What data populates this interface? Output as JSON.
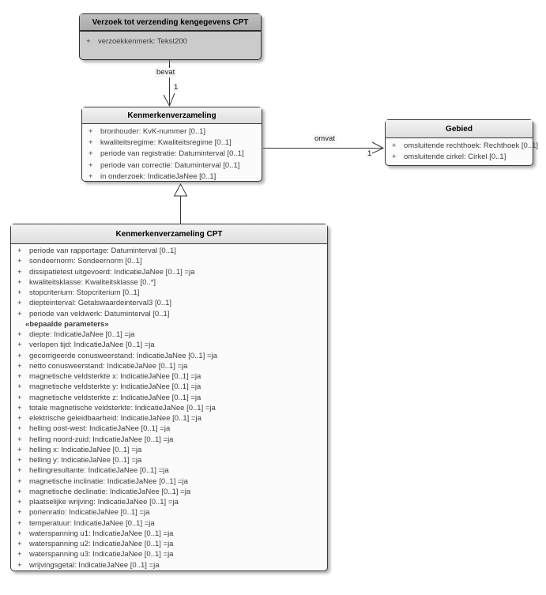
{
  "diagram": {
    "type": "uml-class-diagram",
    "colors": {
      "external_class_header": "#b4b4b4",
      "external_class_body": "#cbcbcb",
      "class_header": "#e9e9e9",
      "class_body": "#fbfbfb",
      "border": "#383838",
      "attribute_text": "#3d3d3d",
      "background": "#ffffff"
    },
    "classes": [
      {
        "id": "verzoek",
        "title": "Verzoek tot verzending kengegevens CPT",
        "attributes": [
          {
            "vis": "+",
            "text": "verzoekkenmerk: Tekst200"
          }
        ]
      },
      {
        "id": "kenmerkenverzameling",
        "title": "Kenmerkenverzameling",
        "attributes": [
          {
            "vis": "+",
            "text": "bronhouder: KvK-nummer [0..1]"
          },
          {
            "vis": "+",
            "text": "kwaliteitsregime: Kwaliteitsregime [0..1]"
          },
          {
            "vis": "+",
            "text": "periode van registratie: Datuminterval [0..1]"
          },
          {
            "vis": "+",
            "text": "periode van correctie: Datuminterval [0..1]"
          },
          {
            "vis": "+",
            "text": "in onderzoek: IndicatieJaNee [0..1]"
          }
        ]
      },
      {
        "id": "gebied",
        "title": "Gebied",
        "attributes": [
          {
            "vis": "+",
            "text": "omsluitende rechthoek: Rechthoek [0..1]"
          },
          {
            "vis": "+",
            "text": "omsluitende cirkel: Cirkel [0..1]"
          }
        ]
      },
      {
        "id": "kenmerkenverzameling-cpt",
        "title": "Kenmerkenverzameling CPT",
        "attributes": [
          {
            "vis": "+",
            "text": "periode van rapportage: Datuminterval [0..1]"
          },
          {
            "vis": "+",
            "text": "sondeernorm: Sondeernorm [0..1]"
          },
          {
            "vis": "+",
            "text": "dissipatietest uitgevoerd: IndicatieJaNee [0..1] =ja"
          },
          {
            "vis": "+",
            "text": "kwaliteitsklasse: Kwaliteitsklasse [0..*]"
          },
          {
            "vis": "+",
            "text": "stopcriterium: Stopcriterium [0..1]"
          },
          {
            "vis": "+",
            "text": "diepteinterval: Getalswaardeinterval3 [0..1]"
          },
          {
            "vis": "+",
            "text": "periode van veldwerk: Datuminterval [0..1]"
          },
          {
            "stereotype": true,
            "text": "«bepaalde parameters»"
          },
          {
            "vis": "+",
            "text": "diepte: IndicatieJaNee [0..1] =ja"
          },
          {
            "vis": "+",
            "text": "verlopen tijd: IndicatieJaNee [0..1] =ja"
          },
          {
            "vis": "+",
            "text": "gecorrigeerde conusweerstand: IndicatieJaNee [0..1] =ja"
          },
          {
            "vis": "+",
            "text": "netto conusweerstand: IndicatieJaNee [0..1] =ja"
          },
          {
            "vis": "+",
            "text": "magnetische veldsterkte x: IndicatieJaNee [0..1] =ja"
          },
          {
            "vis": "+",
            "text": "magnetische veldsterkte y: IndicatieJaNee [0..1] =ja"
          },
          {
            "vis": "+",
            "text": "magnetische veldsterkte z: IndicatieJaNee [0..1] =ja"
          },
          {
            "vis": "+",
            "text": "totale magnetische veldsterkte: IndicatieJaNee [0..1] =ja"
          },
          {
            "vis": "+",
            "text": "elektrische geleidbaarheid: IndicatieJaNee [0..1] =ja"
          },
          {
            "vis": "+",
            "text": "helling oost-west: IndicatieJaNee [0..1] =ja"
          },
          {
            "vis": "+",
            "text": "helling noord-zuid: IndicatieJaNee [0..1] =ja"
          },
          {
            "vis": "+",
            "text": "helling x: IndicatieJaNee [0..1] =ja"
          },
          {
            "vis": "+",
            "text": "helling y: IndicatieJaNee [0..1] =ja"
          },
          {
            "vis": "+",
            "text": "hellingresultante: IndicatieJaNee [0..1] =ja"
          },
          {
            "vis": "+",
            "text": "magnetische inclinatie: IndicatieJaNee [0..1] =ja"
          },
          {
            "vis": "+",
            "text": "magnetische declinatie: IndicatieJaNee [0..1] =ja"
          },
          {
            "vis": "+",
            "text": "plaatselijke wrijving: IndicatieJaNee [0..1] =ja"
          },
          {
            "vis": "+",
            "text": "porienratio: IndicatieJaNee [0..1] =ja"
          },
          {
            "vis": "+",
            "text": "temperatuur: IndicatieJaNee [0..1] =ja"
          },
          {
            "vis": "+",
            "text": "waterspanning u1: IndicatieJaNee [0..1] =ja"
          },
          {
            "vis": "+",
            "text": "waterspanning u2: IndicatieJaNee [0..1] =ja"
          },
          {
            "vis": "+",
            "text": "waterspanning u3: IndicatieJaNee [0..1] =ja"
          },
          {
            "vis": "+",
            "text": "wrijvingsgetal: IndicatieJaNee [0..1] =ja"
          }
        ]
      }
    ],
    "connectors": [
      {
        "id": "bevat",
        "type": "directed-association",
        "label": "bevat",
        "multiplicity": "1",
        "from": "verzoek",
        "to": "kenmerkenverzameling"
      },
      {
        "id": "omvat",
        "type": "directed-association",
        "label": "omvat",
        "multiplicity": "1",
        "from": "kenmerkenverzameling",
        "to": "gebied"
      },
      {
        "id": "generalisatie",
        "type": "generalization",
        "from": "kenmerkenverzameling-cpt",
        "to": "kenmerkenverzameling"
      }
    ]
  }
}
